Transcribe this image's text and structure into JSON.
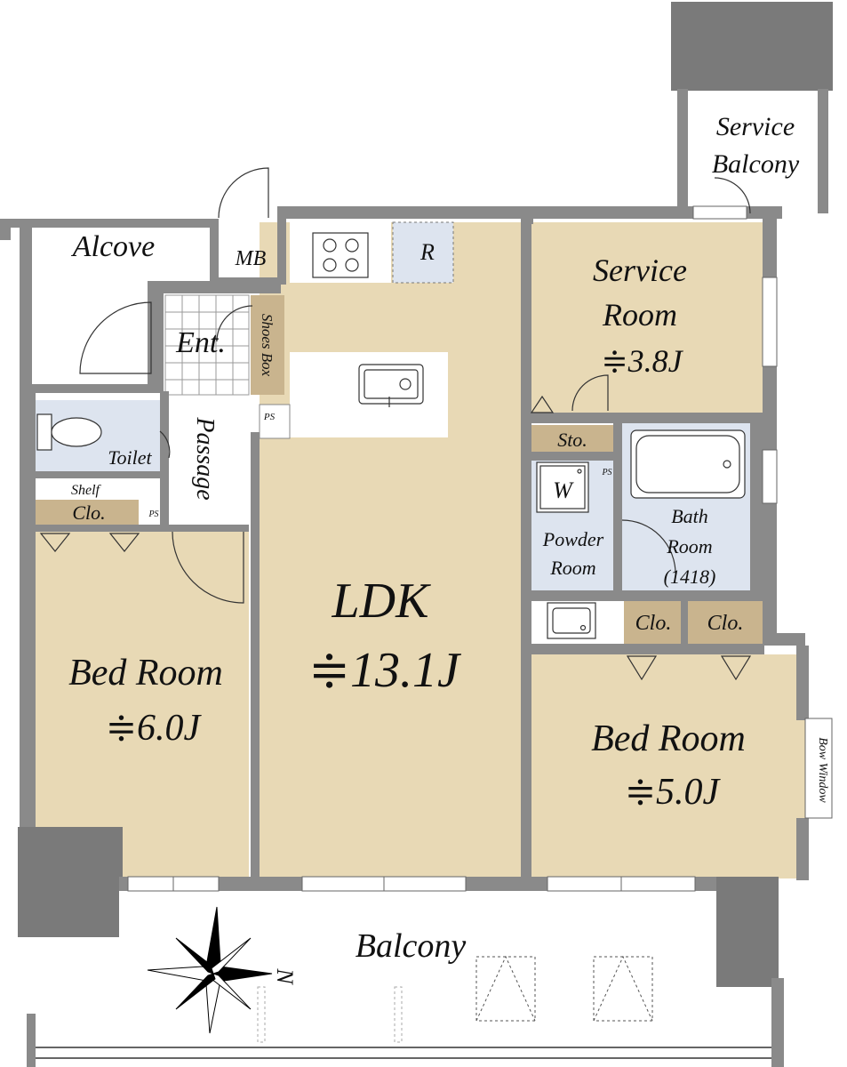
{
  "colors": {
    "wall": "#8a8a8a",
    "wall_dark": "#7a7a7a",
    "tatami_beige": "#e8d9b5",
    "wet_blue": "#dde4ef",
    "storage_tan": "#c9b48e",
    "floor_white": "#ffffff",
    "tile_grid": "#9a9a9a",
    "text": "#111111"
  },
  "rooms": {
    "alcove": "Alcove",
    "mb": "MB",
    "entrance": "Ent.",
    "shoes_box": "Shoes Box",
    "toilet": "Toilet",
    "passage": "Passage",
    "shelf": "Shelf",
    "closet_left": "Clo.",
    "ps_left": "PS",
    "ps_center": "PS",
    "ps_right": "PS",
    "refrigerator": "R",
    "ldk": "LDK",
    "ldk_size": "≑13.1J",
    "bed_left": "Bed Room",
    "bed_left_size": "≑6.0J",
    "service_balcony_line1": "Service",
    "service_balcony_line2": "Balcony",
    "service_room_line1": "Service",
    "service_room_line2": "Room",
    "service_room_size": "≑3.8J",
    "storage": "Sto.",
    "washer": "W",
    "powder_line1": "Powder",
    "powder_line2": "Room",
    "bath_line1": "Bath",
    "bath_line2": "Room",
    "bath_line3": "(1418)",
    "closet_right_1": "Clo.",
    "closet_right_2": "Clo.",
    "bed_right": "Bed Room",
    "bed_right_size": "≑5.0J",
    "bow_window": "Bow Window",
    "balcony": "Balcony",
    "north": "N"
  },
  "icons": {
    "stove": "stove-icon",
    "sink": "sink-icon",
    "toilet": "toilet-icon",
    "bathtub": "bathtub-icon",
    "washbasin": "washbasin-icon",
    "compass": "compass-rose-icon"
  }
}
